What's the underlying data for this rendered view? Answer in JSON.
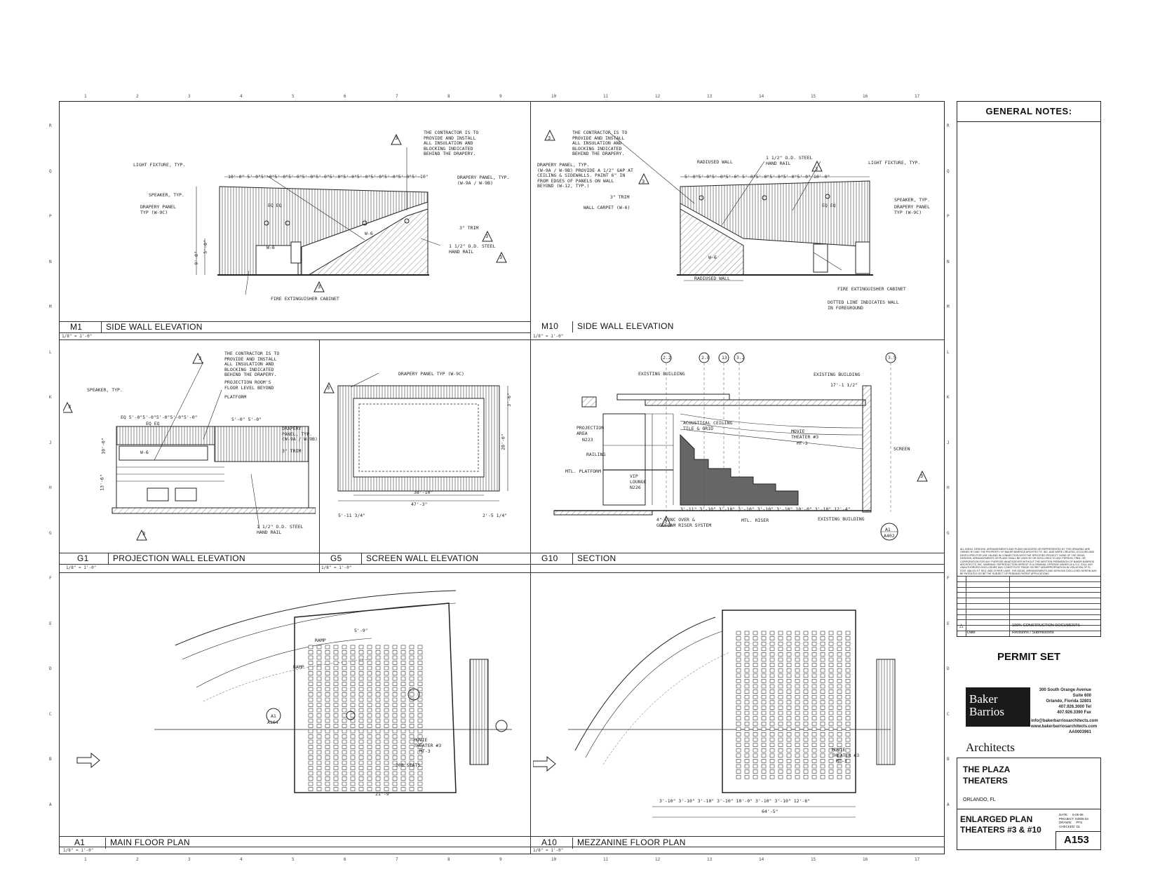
{
  "grid": {
    "columns": [
      "1",
      "2",
      "3",
      "4",
      "5",
      "6",
      "7",
      "8",
      "9",
      "10",
      "11",
      "12",
      "13",
      "14",
      "15",
      "16",
      "17"
    ],
    "rows": [
      "R",
      "Q",
      "P",
      "N",
      "M",
      "L",
      "K",
      "J",
      "H",
      "G",
      "F",
      "E",
      "D",
      "C",
      "B",
      "A"
    ]
  },
  "drawings": {
    "m1": {
      "code": "M1",
      "title": "SIDE WALL ELEVATION",
      "scale": "1/8\" = 1'-0\"",
      "notes": {
        "contractor": "THE CONTRACTOR IS TO\nPROVIDE AND INSTALL\nALL INSULATION AND\nBLOCKING INDICATED\nBEHIND THE DRAPERY.",
        "light": "LIGHT FIXTURE, TYP.",
        "speaker": "SPEAKER, TYP.",
        "drapery": "DRAPERY PANEL\nTYP (W-9C)",
        "drapery_right": "DRAPERY PANEL, TYP.\n(W-9A / W-9B)",
        "trim": "3\" TRIM",
        "rail": "1 1/2\" O.D. STEEL\nHAND RAIL",
        "fire": "FIRE EXTINGUISHER CABINET",
        "w6a": "W-6",
        "w6b": "W-6",
        "eq": "EQ EQ"
      },
      "dims": {
        "top": "10'-0\"   5'-0\"5'-0\"5'-0\"5'-0\"5'-0\"5'-0\"5'-0\"5'-0\"5'-0\"5'-0\"5'-0\"5'-0\"5'-10\"",
        "left": "5'-0\"",
        "left2": "9'-0\""
      },
      "tags": [
        "3",
        "3",
        "3",
        "3"
      ]
    },
    "m10": {
      "code": "M10",
      "title": "SIDE WALL ELEVATION",
      "scale": "1/8\" = 1'-0\"",
      "notes": {
        "contractor": "THE CONTRACTOR IS TO\nPROVIDE AND INSTALL\nALL INSULATION AND\nBLOCKING INDICATED\nBEHIND THE DRAPERY.",
        "drapery": "DRAPERY PANEL, TYP.\n(W-9A / W-9B) PROVIDE A 1/2\" GAP AT\nCEILING & SIDEWALLS. PAINT 6\" IN\nFROM EDGES OF PANELS ON WALL\nBEYOND (W-12, TYP.)",
        "trim": "3\" TRIM",
        "carpet": "WALL CARPET (W-6)",
        "radiused": "RADIUSED WALL",
        "radiused2": "RADIUSED WALL",
        "rail": "1 1/2\" O.D. STEEL\nHAND RAIL",
        "light": "LIGHT FIXTURE, TYP.",
        "speaker": "SPEAKER, TYP.",
        "drapery2": "DRAPERY PANEL\nTYP (W-9C)",
        "fire": "FIRE EXTINGUISHER CABINET",
        "dotted": "DOTTED LINE INDICATES WALL\nIN FOREGROUND",
        "w6": "W-6",
        "eq": "EQ EQ"
      },
      "dims": {
        "top": "5'-0\"5'-0\"5'-0\"5'-0\"   5'-0\"5'-0\"5'-0\"5'-0\"5'-0\"   10'-0\""
      },
      "tags": [
        "3",
        "3",
        "3"
      ]
    },
    "g1": {
      "code": "G1",
      "title": "PROJECTION WALL ELEVATION",
      "scale": "1/8\" = 1'-0\"",
      "notes": {
        "contractor": "THE CONTRACTOR IS TO\nPROVIDE AND INSTALL\nALL INSULATION AND\nBLOCKING INDICATED\nBEHIND THE DRAPERY.",
        "roof": "PROJECTION ROOM'S\nFLOOR LEVEL BEYOND",
        "platform": "PLATFORM",
        "speaker": "SPEAKER, TYP.",
        "drapery": "DRAPERY\nPANEL, TYP.\n(W-9A / W-9B)",
        "trim": "3\" TRIM",
        "rail": "1 1/2\" O.D. STEEL\nHAND RAIL",
        "w6": "W-6",
        "eq": "EQ EQ"
      },
      "dims": {
        "top": "EQ 5'-0\"5'-0\"5'-0\"5'-0\"5'-0\"",
        "mid": "5'-0\" 5'-0\"",
        "left": "10'-0\"",
        "left2": "13'-6\""
      },
      "tags": [
        "3",
        "3",
        "3"
      ]
    },
    "g5": {
      "code": "G5",
      "title": "SCREEN WALL ELEVATION",
      "scale": "1/8\" = 1'-0\"",
      "notes": {
        "drapery": "DRAPERY PANEL TYP (W-9C)"
      },
      "dims": {
        "width": "38'-10\"",
        "width2": "47'-3\"",
        "left": "5'-11 3/4\"",
        "right": "2'-5 1/4\"",
        "h1": "20'-0\"",
        "h2": "3'-6\""
      },
      "tags": [
        "3"
      ]
    },
    "g10": {
      "code": "G10",
      "title": "SECTION",
      "scale": "",
      "notes": {
        "existing": "EXISTING BUILDING",
        "existing2": "EXISTING BUILDING",
        "existing3": "EXISTING BUILDING",
        "projection": "PROJECTION\nAREA",
        "projection_tag": "N223",
        "railing": "RAILING",
        "mtl": "MTL. PLATFORM",
        "vip": "VIP\nLOUNGE",
        "vip_tag": "N226",
        "ceiling": "ACOUSTICAL CEILING\nTILE & GRID",
        "movie": "MOVIE\nTHEATER #3",
        "movie_tag": "MT-3",
        "riser": "MTL. RISER",
        "geofoam": "4\" CONC OVER &\nGEOFOAM RISER SYSTEM",
        "screen": "SCREEN"
      },
      "bubbles": [
        "2.2",
        "2.8",
        "13",
        "3.2",
        "3.5"
      ],
      "dims": {
        "top": "17'-1 1/2\"",
        "bottom": "3'-11\" 3'-10\" 3'-10\" 3'-10\" 3'-10\" 3'-10\"  10'-0\" 3'-10\"  12'-4\""
      },
      "tags": [
        "3",
        "3"
      ],
      "ref": {
        "id": "A1",
        "sheet": "A402"
      }
    },
    "a1": {
      "code": "A1",
      "title": "MAIN FLOOR PLAN",
      "scale": "1/8\" = 1'-0\"",
      "notes": {
        "ramp": "RAMP",
        "ramp2": "RAMP",
        "movie": "MOVIE\nTHEATER #3",
        "tag": "MT-3",
        "seats": "208 SEATS",
        "dims_top": "5'-9\"",
        "dims_bot": "21'-9\""
      },
      "ref": {
        "id": "A1",
        "sheet": "A164"
      }
    },
    "a10": {
      "code": "A10",
      "title": "MEZZANINE FLOOR PLAN",
      "scale": "1/8\" = 1'-0\"",
      "notes": {
        "movie": "MOVIE\nTHEATER #3",
        "tag": "MT-3",
        "dims_bot": "3'-10\" 3'-10\" 3'-10\" 3'-10\" 10'-0\" 3'-10\" 3'-10\" 12'-6\"",
        "total": "64'-5\""
      }
    }
  },
  "titleblock": {
    "general_notes": "GENERAL NOTES:",
    "legal": "ALL IDEAS, DESIGNS, ARRANGEMENTS AND PLANS INDICATED OR REPRESENTED BY THIS DRAWING ARE OWNED BY AND THE PROPERTY OF BAKER BARRIOS ARCHITECTS, INC. AND WERE CREATED, EVOLVED AND DEVELOPED FOR USE ON AND IN CONNECTION WITH THE SPECIFIED PROJECT. NONE OF THE IDEAS, DESIGNS, ARRANGEMENTS OR PLANS SHALL BE USED BY OR DISCLOSED TO ANY PERSON, FIRM, OR CORPORATION FOR ANY PURPOSE WHATSOEVER WITHOUT THE WRITTEN PERMISSION OF BAKER BARRIOS ARCHITECTS, INC. WARNING: REPRODUCTION HEREOF IS A CRIMINAL OFFENSE UNDER 18 U.S.C. 2314. ANY UNAUTHORIZED DISCLOSURE MAY CONSTITUTE TRADE SECRET MISAPPROPRIATION IN VIOLATION OF FL. STAT. 688.001 ET SEQ. AND OTHER LAWS. THE IDEAS, ARRANGEMENTS AND DESIGNS DISCLOSED HEREIN MAY BE PATENTED OR BE THE SUBJECT OF PENDING PATENT APPLICATIONS.",
    "revision_row": "100% CONSTRUCTION DOCUMENTS",
    "revision_tag": "△",
    "date_label": "Date",
    "revisions_label": "Revisions / Submissions",
    "permit": "PERMIT SET",
    "logo": {
      "line1": "Baker",
      "line2": "Barrios",
      "line3": "Architects"
    },
    "address": [
      "300 South Orange Avenue",
      "Suite 600",
      "Orlando, Florida 32801",
      "407.926.3000 Tel",
      "407.926.3390 Fax",
      "info@bakerbarriosarchitects.com",
      "www.bakerbarriosarchitects.com",
      "AA0003961"
    ],
    "project": "THE PLAZA\nTHEATERS",
    "location": "ORLANDO, FL",
    "sheet_title": "ENLARGED PLAN\nTHEATERS #3 & #10",
    "meta": "DATE:     6-05-06\nPROJECT: 03009.03\nDRAWN:     PFS\nCHECKED: DL",
    "sheet_no": "A153"
  },
  "colors": {
    "line": "#222222",
    "hatch": "#555555",
    "paper": "#ffffff"
  }
}
